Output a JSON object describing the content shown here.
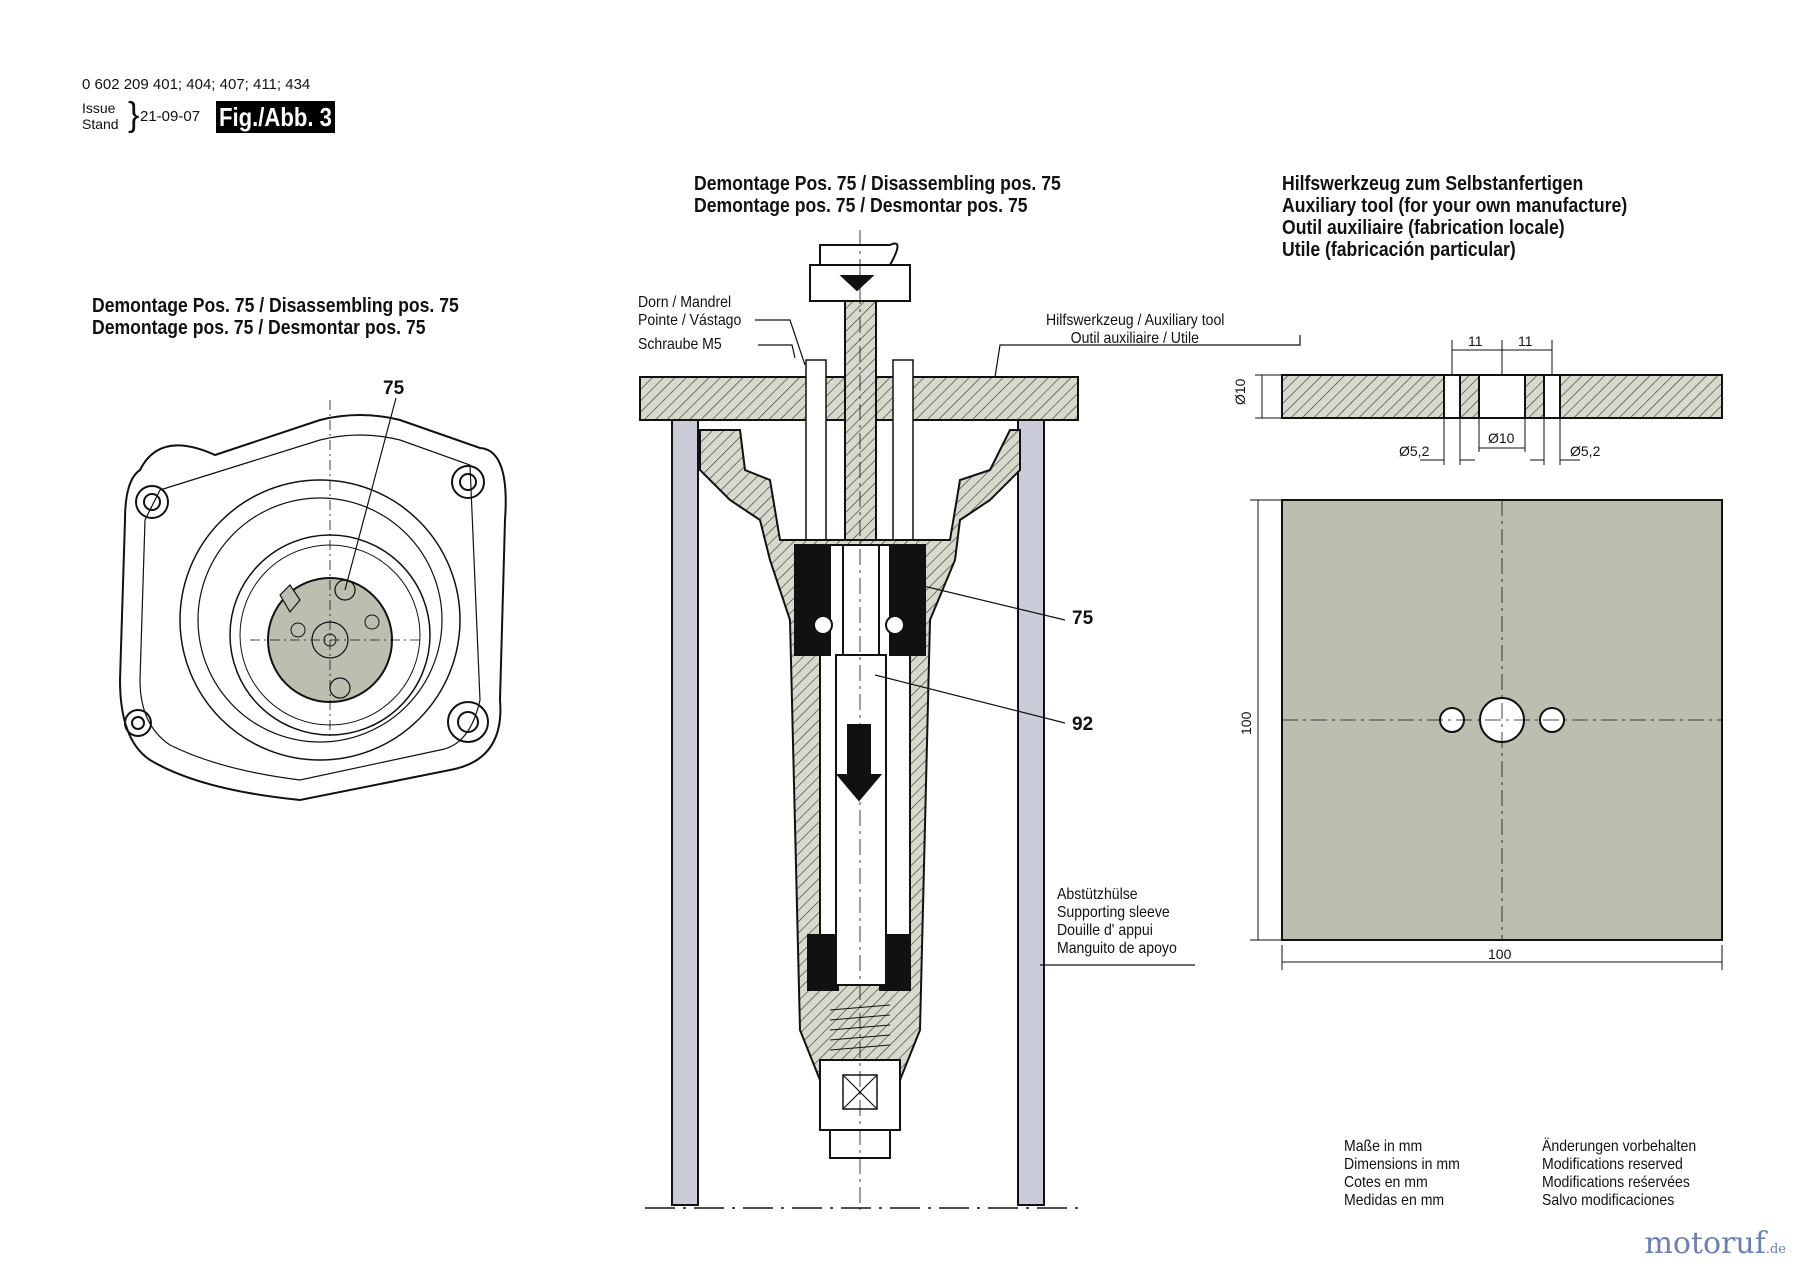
{
  "header": {
    "part_numbers": "0 602 209 401; 404; 407; 411; 434",
    "issue_label": "Issue",
    "stand_label": "Stand",
    "date": "21-09-07",
    "figure": "Fig./Abb. 3"
  },
  "left_view": {
    "title_line1": "Demontage Pos. 75 / Disassembling pos. 75",
    "title_line2": "Demontage pos. 75 / Desmontar pos. 75",
    "callout": "75"
  },
  "center_view": {
    "title_line1": "Demontage Pos. 75 / Disassembling pos. 75",
    "title_line2": "Demontage pos. 75 / Desmontar pos. 75",
    "label_dorn_1": "Dorn / Mandrel",
    "label_dorn_2": "Pointe / Vástago",
    "label_schraube": "Schraube M5",
    "label_aux_1": "Hilfswerkzeug / Auxiliary tool",
    "label_aux_2": "Outil auxiliaire / Utile",
    "callout_75": "75",
    "callout_92": "92",
    "sleeve_1": "Abstützhülse",
    "sleeve_2": "Supporting sleeve",
    "sleeve_3": "Douille d' appui",
    "sleeve_4": "Manguito de apoyo"
  },
  "right_view": {
    "title_line1": "Hilfswerkzeug zum Selbstanfertigen",
    "title_line2": "Auxiliary tool (for your own manufacture)",
    "title_line3": "Outil auxiliaire (fabrication locale)",
    "title_line4": "Utile (fabricación particular)",
    "dim_11a": "11",
    "dim_11b": "11",
    "dim_d10_thick": "Ø10",
    "dim_d52_left": "Ø5,2",
    "dim_d10_hole": "Ø10",
    "dim_d52_right": "Ø5,2",
    "dim_100_v": "100",
    "dim_100_h": "100"
  },
  "legend": {
    "units_1": "Maße in mm",
    "units_2": "Dimensions in mm",
    "units_3": "Cotes en mm",
    "units_4": "Medidas en mm",
    "mod_1": "Änderungen vorbehalten",
    "mod_2": "Modifications reserved",
    "mod_3": "Modifications reśervées",
    "mod_4": "Salvo modificaciones"
  },
  "watermark": {
    "brand": "motoruf",
    "tld": ".de"
  },
  "colors": {
    "fill": "#bdbdb0",
    "line": "#111111",
    "sleeve": "#c9ccd8"
  }
}
